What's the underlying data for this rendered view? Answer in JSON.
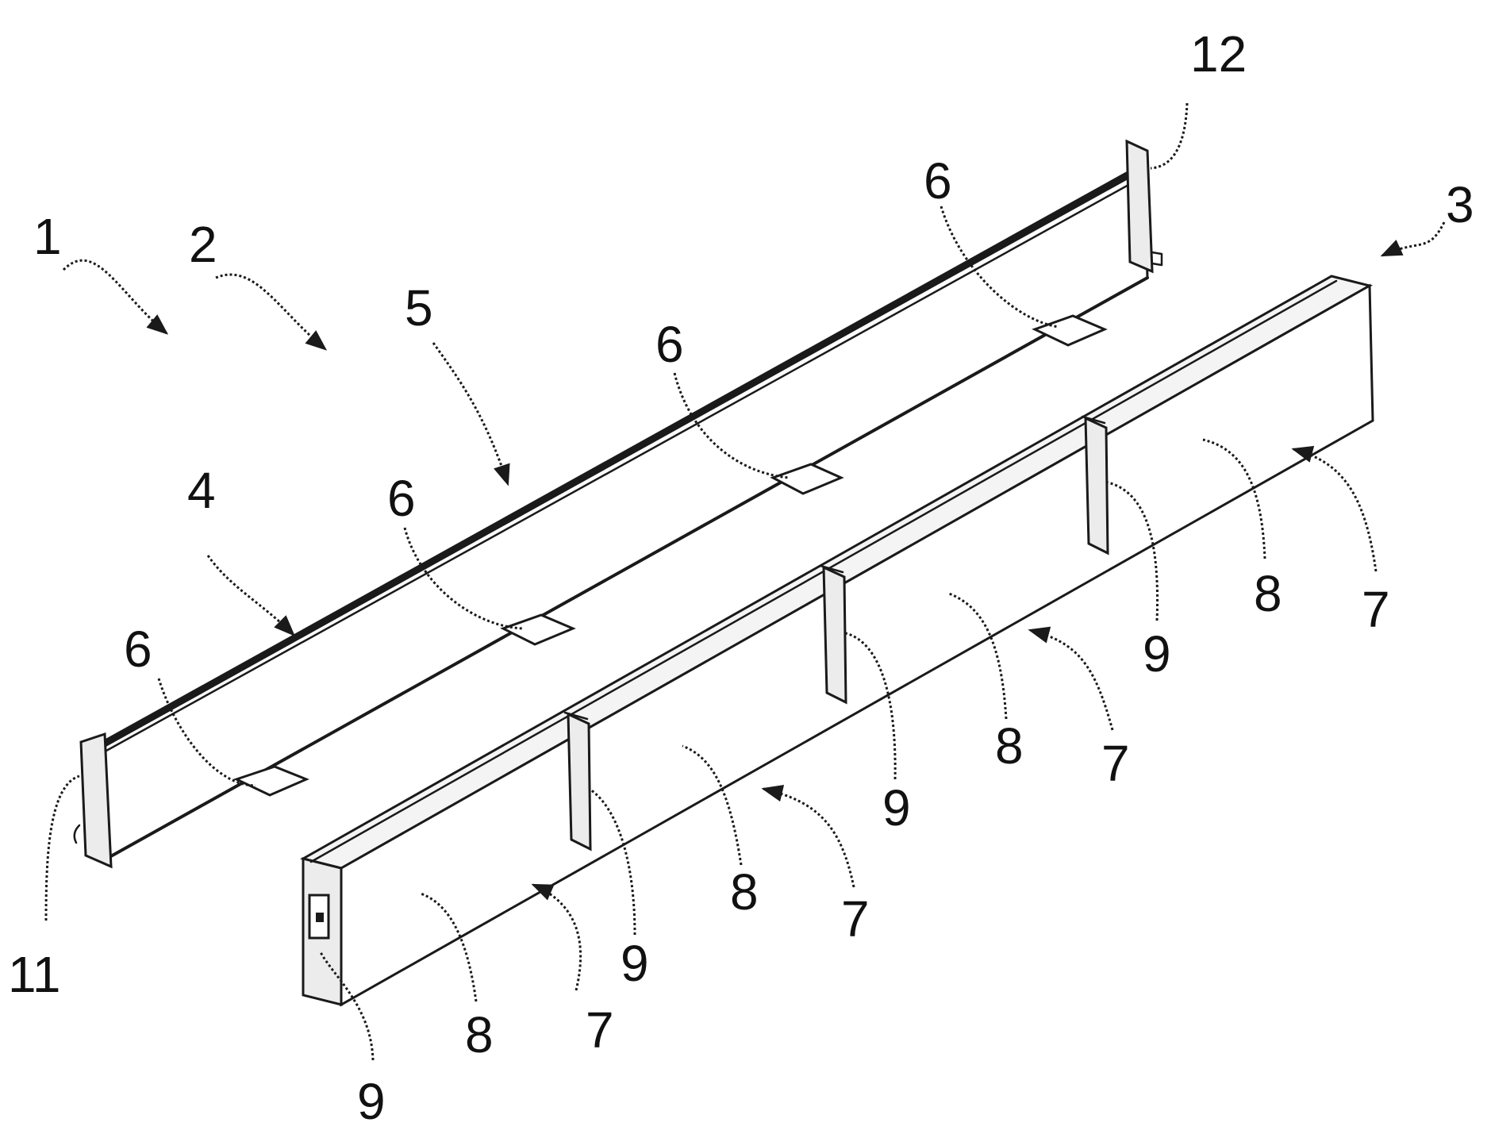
{
  "figure": {
    "labels": {
      "l1": "1",
      "l2": "2",
      "l3": "3",
      "l4": "4",
      "l5": "5",
      "l6a": "6",
      "l6b": "6",
      "l6c": "6",
      "l6d": "6",
      "l7a": "7",
      "l7b": "7",
      "l7c": "7",
      "l7d": "7",
      "l8a": "8",
      "l8b": "8",
      "l8c": "8",
      "l8d": "8",
      "l9a": "9",
      "l9b": "9",
      "l9c": "9",
      "l9d": "9",
      "l11": "11",
      "l12": "12"
    }
  }
}
